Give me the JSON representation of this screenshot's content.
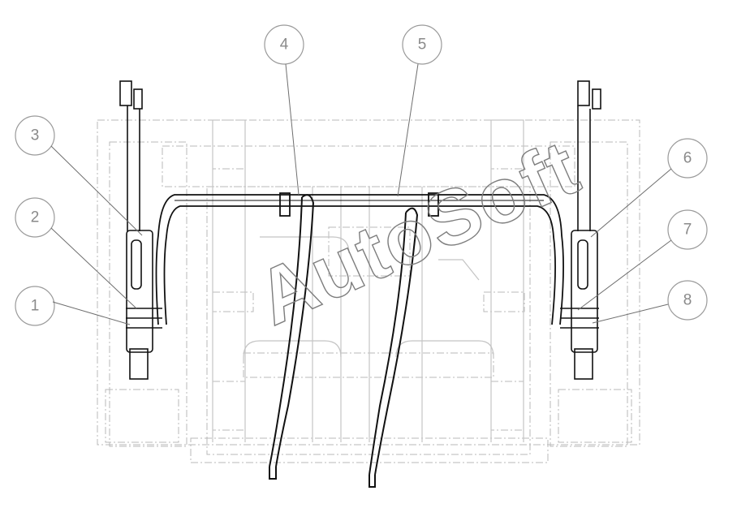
{
  "watermark": "AutoSoft",
  "callouts": [
    {
      "id": "callout-1",
      "label": "1"
    },
    {
      "id": "callout-2",
      "label": "2"
    },
    {
      "id": "callout-3",
      "label": "3"
    },
    {
      "id": "callout-4",
      "label": "4"
    },
    {
      "id": "callout-5",
      "label": "5"
    },
    {
      "id": "callout-6",
      "label": "6"
    },
    {
      "id": "callout-7",
      "label": "7"
    },
    {
      "id": "callout-8",
      "label": "8"
    }
  ]
}
